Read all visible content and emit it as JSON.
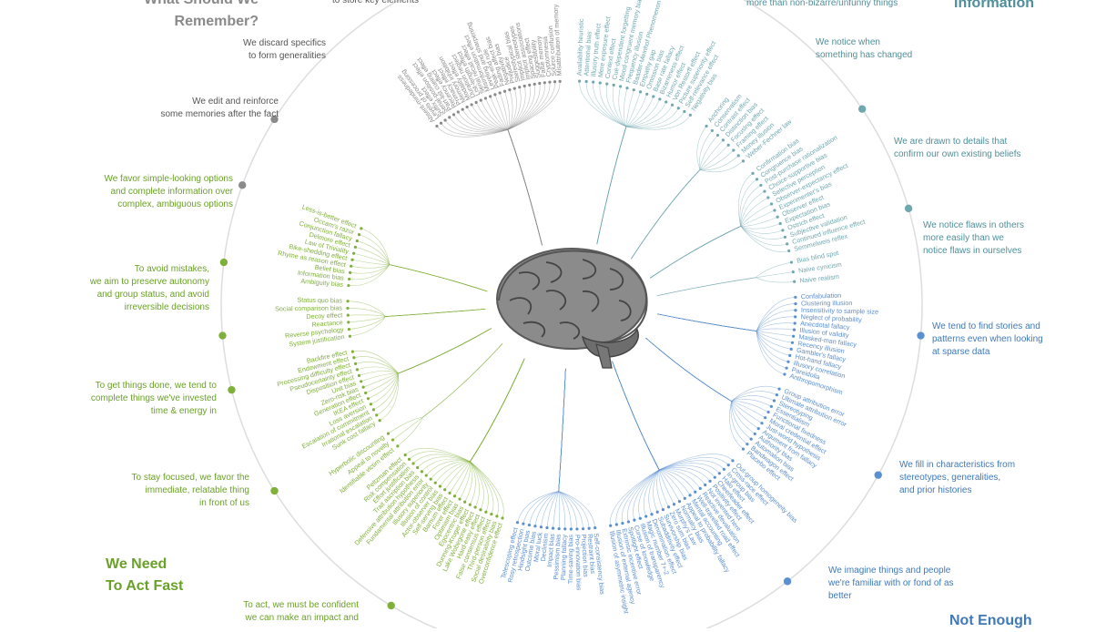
{
  "colors": {
    "memory": "#8a8a8a",
    "memory_text": "#555555",
    "act": "#7fb03a",
    "act_title": "#6aa128",
    "meaning": "#5a8fd0",
    "meaning_title": "#3f79b8",
    "info": "#6fa8b0",
    "info_title": "#4f8f9a",
    "ring": "#dddddd",
    "brain": "#7d7d7d"
  },
  "needs": {
    "memory_title": "What Should We\nRemember?",
    "act_title": "We Need\nTo Act Fast",
    "meaning_title": "Not Enough",
    "info_title": "Information"
  },
  "categories": {
    "memory_store": "to store key elements",
    "discard_specifics": "We discard specifics\nto form generalities",
    "edit_memories": "We edit and reinforce\nsome memories after the fact",
    "simple_options": "We favor simple-looking options\nand complete information over\ncomplex, ambiguous options",
    "avoid_mistakes": "To avoid mistakes,\nwe aim to preserve autonomy\nand group status, and avoid\nirreversible decisions",
    "get_done": "To get things done, we tend to\ncomplete things we've invested\ntime & energy in",
    "stay_focused": "To stay focused, we favor the\nimmediate, relatable thing\nin front of us",
    "confident": "To act, we must be confident\nwe can make an impact and",
    "bizarre": "more than non-bizarre/unfunny things",
    "notice_change": "We notice when\nsomething has changed",
    "confirm_beliefs": "We are drawn to details that\nconfirm our own existing beliefs",
    "notice_flaws": "We notice flaws in others\nmore easily than we\nnotice flaws in ourselves",
    "find_stories": "We tend to find stories and\npatterns even when looking\nat sparse data",
    "fill_characteristics": "We fill in characteristics from\nstereotypes, generalities,\nand prior histories",
    "imagine_familiar": "We imagine things and people\nwe're familiar with or fond of as\nbetter"
  },
  "bias_groups": {
    "top_memory": [
      "Absent-mindedness",
      "Levels of processing",
      "Suffix effect",
      "Serial-position effect",
      "Part-list cueing effect",
      "Recency effect",
      "Primacy effect",
      "Memory inhibition",
      "Modality effect",
      "Duration neglect",
      "List-length effect",
      "Serial recall effect",
      "Misinformation effect",
      "Leveling and sharpening",
      "Peak-end rule",
      "Fading affect bias",
      "Negativity bias",
      "Prejudice",
      "Stereotypical bias",
      "Implicit stereotypes",
      "Implicit associations",
      "Spacing effect",
      "Suggestibility",
      "False memory",
      "Cryptomnesia",
      "Source confusion",
      "Misattribution of memory"
    ],
    "top_info": [
      "Availability heuristic",
      "Attentional bias",
      "Illusory truth effect",
      "Mere exposure effect",
      "Context effect",
      "Cue-dependent forgetting",
      "Mood-congruent memory bias",
      "Frequency illusion",
      "Baader-Meinhof Phenomenon",
      "Empathy gap",
      "Omission bias",
      "Base rate fallacy",
      "Bizarreness effect",
      "Humor effect",
      "Von Restorff effect",
      "Picture superiority effect",
      "Self-relevance effect",
      "Negativity bias"
    ],
    "change": [
      "Anchoring",
      "Conservatism",
      "Contrast effect",
      "Distinction bias",
      "Focusing effect",
      "Framing effect",
      "Money illusion",
      "Weber-Fechner law"
    ],
    "confirm": [
      "Confirmation bias",
      "Congruence bias",
      "Post-purchase rationalization",
      "Choice-supportive bias",
      "Selective perception",
      "Observer-expectancy effect",
      "Experimenter's bias",
      "Observer effect",
      "Expectation bias",
      "Ostrich effect",
      "Subjective validation",
      "Continued influence effect",
      "Semmelweis reflex"
    ],
    "flaws": [
      "Bias blind spot",
      "Naive cynicism",
      "Naive realism"
    ],
    "stories": [
      "Confabulation",
      "Clustering illusion",
      "Insensitivity to sample size",
      "Neglect of probability",
      "Anecdotal fallacy",
      "Illusion of validity",
      "Masked-man fallacy",
      "Recency illusion",
      "Gambler's fallacy",
      "Hot-hand fallacy",
      "Illusory correlation",
      "Pareidolia",
      "Anthropomorphism"
    ],
    "characteristics": [
      "Group attribution error",
      "Ultimate attribution error",
      "Stereotyping",
      "Essentialism",
      "Functional fixedness",
      "Moral credential effect",
      "Just-world hypothesis",
      "Argument from fallacy",
      "Authority bias",
      "Automation bias",
      "Bandwagon effect",
      "Placebo effect"
    ],
    "familiar": [
      "Out-group homogeneity bias",
      "Cross-race effect",
      "In-group bias",
      "Halo effect",
      "Cheerleader effect",
      "Positivity effect",
      "Not invented here",
      "Reactive devaluation",
      "Well-travelled road effect",
      "Mental accounting",
      "Appeal to probability fallacy",
      "Normalcy bias",
      "Murphy's Law",
      "Zero sum bias",
      "Survivorship bias",
      "Subadditivity effect",
      "Denomination effect",
      "Magic number 7+-2",
      "Illusion of transparency",
      "Curse of knowledge",
      "Spotlight effect",
      "Extrinsic incentive error",
      "Illusion of external agency",
      "Illusion of asymmetric insight"
    ],
    "bottom_meaning": [
      "Self-consistency bias",
      "Restraint bias",
      "Projection bias",
      "Pro-innovation bias",
      "Time-saving bias",
      "Planning fallacy",
      "Pessimism bias",
      "Impact bias",
      "Declinism",
      "Moral luck",
      "Outcome bias",
      "Hindsight bias",
      "Rosy retrospection",
      "Telescoping effect"
    ],
    "bottom_act": [
      "Overconfidence effect",
      "Social desirability bias",
      "Third-person effect",
      "False consensus effect",
      "Hard-easy effect",
      "Lake Wobegone effect",
      "Dunning-Kruger effect",
      "Egocentric bias",
      "Optimism bias",
      "Forer effect",
      "Barnum effect",
      "Self-serving bias",
      "Actor-observer bias",
      "Illusion of control",
      "Illusory superiority",
      "Fundamental attribution error",
      "Defensive attribution hypothesis",
      "Trait ascription bias",
      "Effort justification",
      "Risk compensation",
      "Peltzman effect"
    ],
    "focus": [
      "Identifiable victim effect",
      "Appeal to novelty",
      "Hyperbolic discounting"
    ],
    "invested": [
      "Sunk cost fallacy",
      "Irrational escalation",
      "Escalation of commitment",
      "Loss aversion",
      "IKEA effect",
      "Generation effect",
      "Zero-risk bias",
      "Unit bias",
      "Disposition effect",
      "Pseudocertainty effect",
      "Processing difficulty effect",
      "Endowment effect",
      "Backfire effect"
    ],
    "autonomy": [
      "System justification",
      "Reverse psychology",
      "Reactance",
      "Decoy effect",
      "Social comparison bias",
      "Status quo bias"
    ],
    "simple": [
      "Ambiguity bias",
      "Information bias",
      "Belief bias",
      "Rhyme as reason effect",
      "Bike-shedding effect",
      "Law of Triviality",
      "Delmore effect",
      "Conjunction fallacy",
      "Occam's razor",
      "Less-is-better effect"
    ]
  }
}
